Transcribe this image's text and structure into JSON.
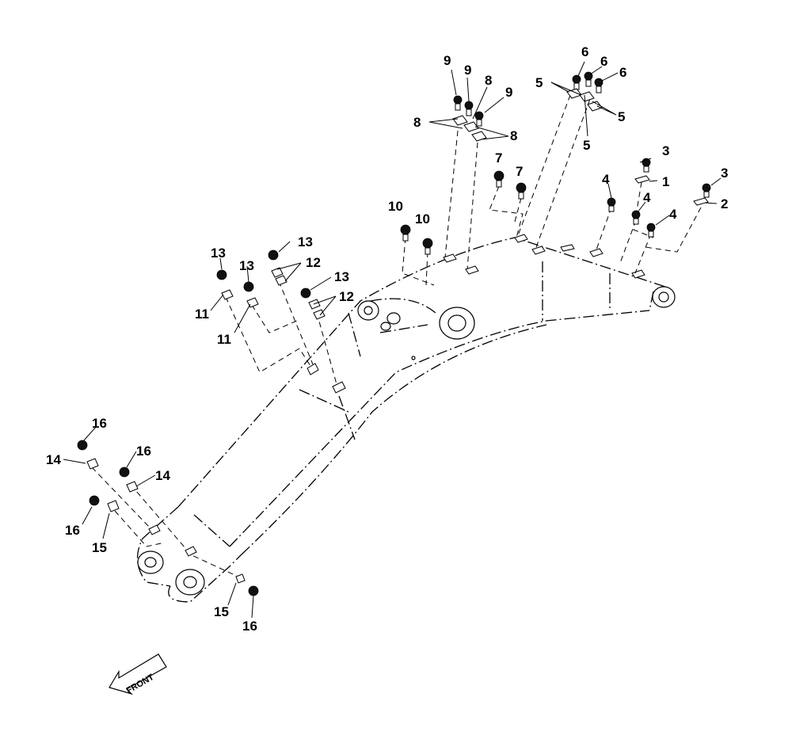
{
  "diagram": {
    "front_label": "FRONT",
    "callouts": [
      {
        "id": "c1",
        "text": "1"
      },
      {
        "id": "c2",
        "text": "2"
      },
      {
        "id": "c3a",
        "text": "3"
      },
      {
        "id": "c3b",
        "text": "3"
      },
      {
        "id": "c4a",
        "text": "4"
      },
      {
        "id": "c4b",
        "text": "4"
      },
      {
        "id": "c4c",
        "text": "4"
      },
      {
        "id": "c5a",
        "text": "5"
      },
      {
        "id": "c5b",
        "text": "5"
      },
      {
        "id": "c5c",
        "text": "5"
      },
      {
        "id": "c6a",
        "text": "6"
      },
      {
        "id": "c6b",
        "text": "6"
      },
      {
        "id": "c6c",
        "text": "6"
      },
      {
        "id": "c7a",
        "text": "7"
      },
      {
        "id": "c7b",
        "text": "7"
      },
      {
        "id": "c8a",
        "text": "8"
      },
      {
        "id": "c8b",
        "text": "8"
      },
      {
        "id": "c8c",
        "text": "8"
      },
      {
        "id": "c9a",
        "text": "9"
      },
      {
        "id": "c9b",
        "text": "9"
      },
      {
        "id": "c9c",
        "text": "9"
      },
      {
        "id": "c10a",
        "text": "10"
      },
      {
        "id": "c10b",
        "text": "10"
      },
      {
        "id": "c11a",
        "text": "11"
      },
      {
        "id": "c11b",
        "text": "11"
      },
      {
        "id": "c12a",
        "text": "12"
      },
      {
        "id": "c12b",
        "text": "12"
      },
      {
        "id": "c13a",
        "text": "13"
      },
      {
        "id": "c13b",
        "text": "13"
      },
      {
        "id": "c13c",
        "text": "13"
      },
      {
        "id": "c13d",
        "text": "13"
      },
      {
        "id": "c14a",
        "text": "14"
      },
      {
        "id": "c14b",
        "text": "14"
      },
      {
        "id": "c15a",
        "text": "15"
      },
      {
        "id": "c15b",
        "text": "15"
      },
      {
        "id": "c16a",
        "text": "16"
      },
      {
        "id": "c16b",
        "text": "16"
      },
      {
        "id": "c16c",
        "text": "16"
      },
      {
        "id": "c16d",
        "text": "16"
      }
    ]
  }
}
